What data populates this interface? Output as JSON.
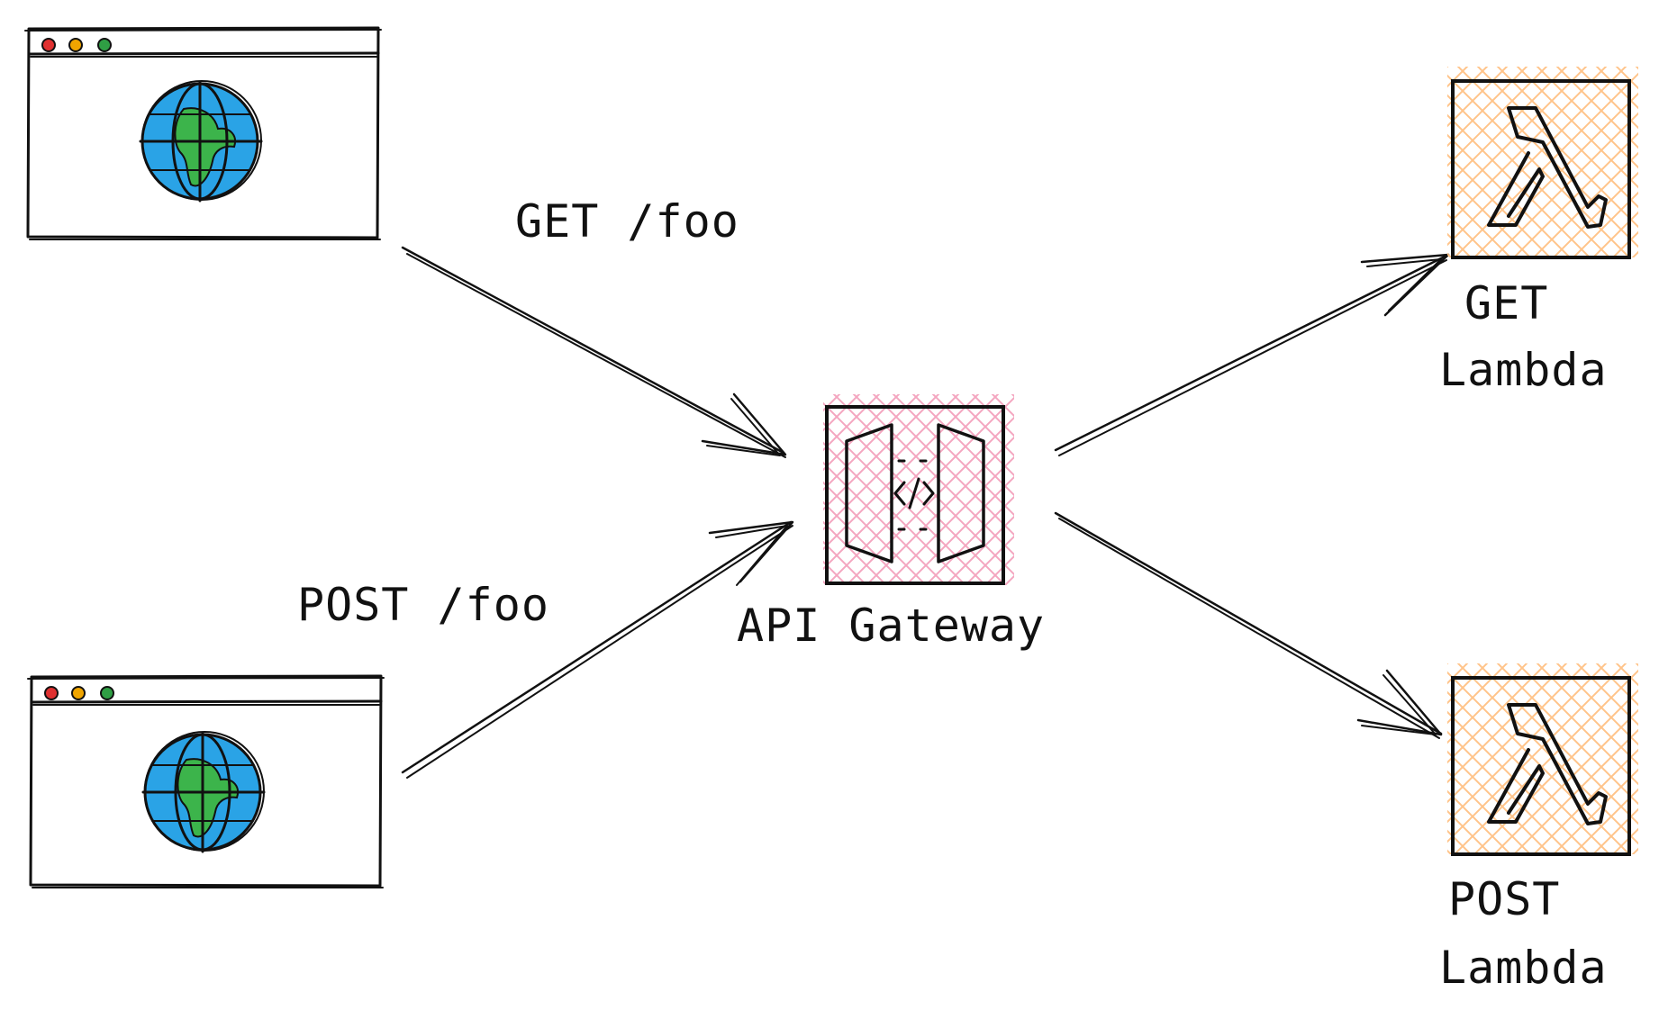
{
  "diagram": {
    "labels": {
      "get_route": "GET /foo",
      "post_route": "POST /foo",
      "api_gateway": "API Gateway",
      "get_lambda_line1": "GET",
      "get_lambda_line2": "Lambda",
      "post_lambda_line1": "POST",
      "post_lambda_line2": "Lambda"
    },
    "icons": {
      "browser": "browser-window-icon",
      "globe": "globe-icon",
      "api_gateway": "api-gateway-icon",
      "lambda": "lambda-icon"
    },
    "colors": {
      "stroke": "#111111",
      "globe_water": "#2aa3e6",
      "globe_land": "#3cb44b",
      "browser_close": "#e03131",
      "browser_minimize": "#f0a500",
      "browser_maximize": "#2f9e44",
      "gateway_hatch": "#f4a6c0",
      "lambda_hatch": "#ffc48a"
    }
  }
}
